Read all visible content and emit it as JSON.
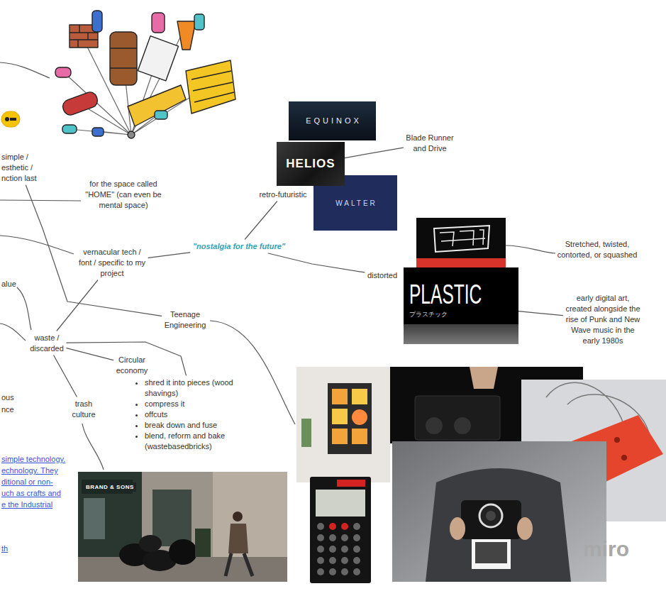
{
  "diagram": {
    "nodes": [
      {
        "text": [
          "simple / esthetic / nction last"
        ]
      },
      {
        "text": [
          "EQUINOX"
        ]
      },
      {
        "text": [
          "HELIOS"
        ]
      },
      {
        "text": [
          "Blade Runner and Drive"
        ]
      },
      {
        "text": [
          "for the space called \"HOME\" (can even be mental space)"
        ]
      },
      {
        "text": [
          "retro-futuristic"
        ]
      },
      {
        "text": [
          "WALTER"
        ]
      },
      {
        "text": [
          "vernacular tech / font / specific to my project"
        ]
      },
      {
        "text": [
          "\"nostalgia for the future\""
        ]
      },
      {
        "text": [
          "Stretched, twisted, contorted, or squashed"
        ]
      },
      {
        "text": [
          "distorted"
        ]
      },
      {
        "text": [
          "PLASTIC",
          "プラスチック"
        ]
      },
      {
        "text": [
          "early digital art, created alongside the rise of Punk and New Wave music in the early 1980s"
        ]
      },
      {
        "text": [
          "Teenage Engineering"
        ]
      },
      {
        "text": [
          "waste / discarded"
        ]
      },
      {
        "text": [
          "Circular economy"
        ]
      },
      {
        "text": [
          "shred it into pieces (wood shavings)",
          "compress it",
          "offcuts",
          "break down and fuse",
          "blend, reform and bake (wastebasedbricks)"
        ]
      },
      {
        "text": [
          "trash culture"
        ]
      }
    ],
    "edges": [
      {
        "from": 0,
        "to": 13,
        "arrow": "none"
      },
      {
        "from": 2,
        "to": 3,
        "arrow": "none"
      },
      {
        "from": 8,
        "to": 5,
        "arrow": "none"
      },
      {
        "from": 7,
        "to": 8,
        "arrow": "none"
      },
      {
        "from": 8,
        "to": 10,
        "arrow": "none"
      },
      {
        "from": 11,
        "to": 12,
        "arrow": "none"
      },
      {
        "from": 7,
        "to": 14,
        "arrow": "none"
      },
      {
        "from": 14,
        "to": 15,
        "arrow": "none"
      },
      {
        "from": 14,
        "to": 17,
        "arrow": "none"
      },
      {
        "from": 14,
        "to": 16,
        "arrow": "none"
      }
    ],
    "labels": [
      "alue",
      "ous",
      "nce",
      "simple technology.",
      "echnology. They",
      "ditional or non-",
      "uch as crafts and",
      "e the Industrial",
      "th",
      "BRAND & SONS",
      "miro"
    ]
  }
}
